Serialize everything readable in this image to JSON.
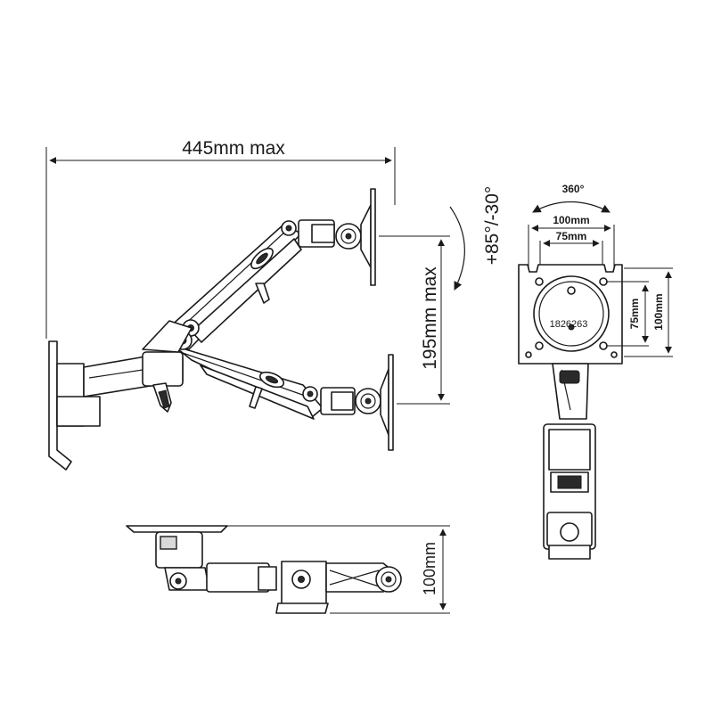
{
  "dimensions": {
    "width_max": "445mm max",
    "height_max": "195mm max",
    "tilt": "+85°/-30°",
    "rotation": "360°",
    "vesa_outer_h": "100mm",
    "vesa_inner_h": "75mm",
    "vesa_inner_v": "75mm",
    "vesa_outer_v": "100mm",
    "depth": "100mm"
  },
  "plate_code": "1826263"
}
